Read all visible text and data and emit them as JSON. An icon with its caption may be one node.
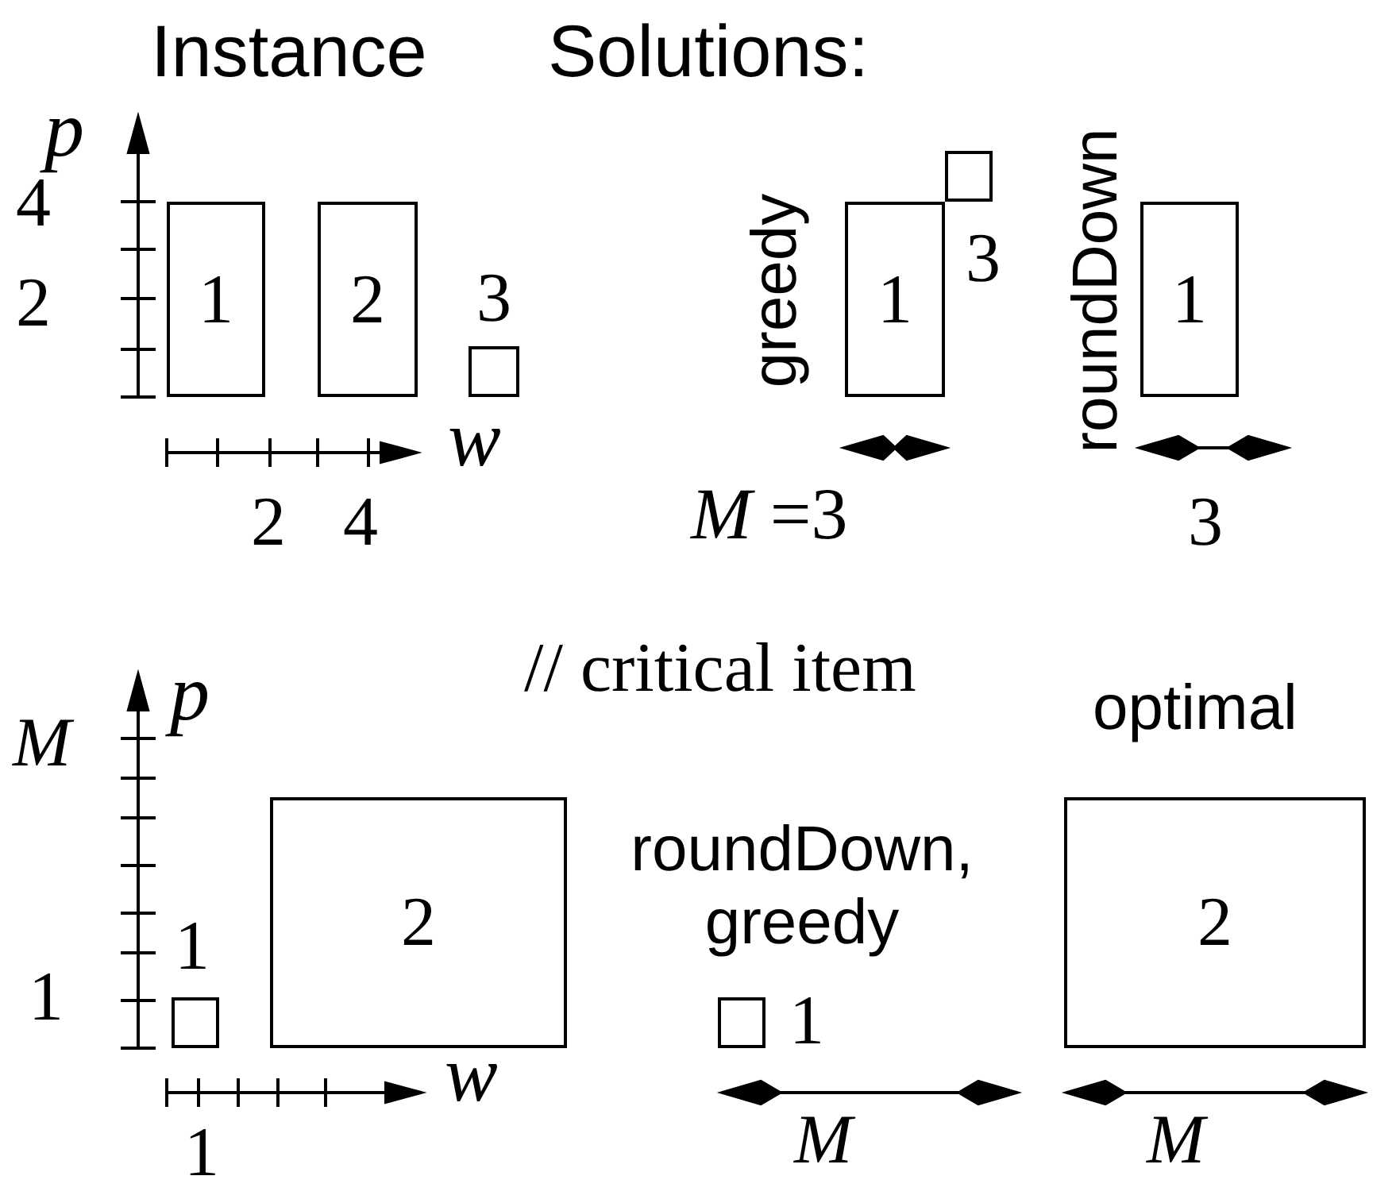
{
  "diagram": {
    "nodes": [
      {
        "text": [
          "1"
        ]
      },
      {
        "text": [
          "2"
        ]
      },
      {
        "text": [],
        "shape": "box",
        "beside": [
          "3"
        ]
      },
      {
        "text": [
          "1"
        ]
      },
      {
        "text": [],
        "shape": "box",
        "beside": [
          "3"
        ]
      },
      {
        "text": [
          "1"
        ]
      },
      {
        "text": [],
        "shape": "box",
        "beside": [
          "1"
        ]
      },
      {
        "text": [
          "2"
        ]
      },
      {
        "text": [],
        "shape": "box",
        "beside": [
          "1"
        ]
      },
      {
        "text": [
          "2"
        ]
      }
    ],
    "labels": [
      "Instance",
      "Solutions:",
      "p",
      "4",
      "2",
      "w",
      "2",
      "4",
      "greedy",
      "*M* =3",
      "roundDown",
      "3",
      "// critical item",
      "optimal",
      "M",
      "p",
      "1",
      "w",
      "1",
      "roundDown, greedy",
      "M",
      "M"
    ]
  }
}
